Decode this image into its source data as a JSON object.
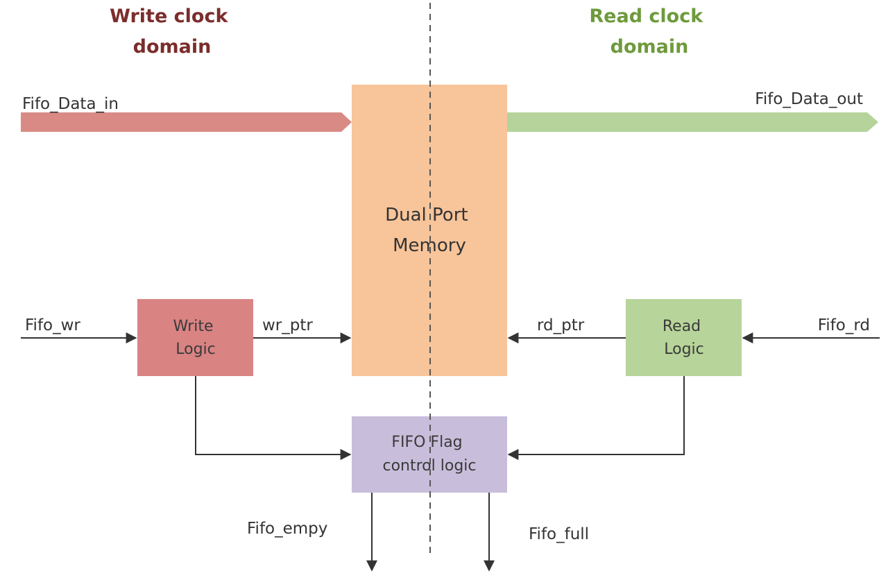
{
  "domains": {
    "write": {
      "line1": "Write clock",
      "line2": "domain",
      "color": "#7b2d2b"
    },
    "read": {
      "line1": "Read clock",
      "line2": "domain",
      "color": "#6e9a3c"
    }
  },
  "blocks": {
    "memory": {
      "line1": "Dual Port",
      "line2": "Memory",
      "color": "#f8c49a"
    },
    "write_logic": {
      "line1": "Write",
      "line2": "Logic",
      "color": "#d98383"
    },
    "read_logic": {
      "line1": "Read",
      "line2": "Logic",
      "color": "#b7d49a"
    },
    "flag_logic": {
      "line1": "FIFO Flag",
      "line2": "control logic",
      "color": "#c8bedb"
    }
  },
  "signals": {
    "data_in": "Fifo_Data_in",
    "data_out": "Fifo_Data_out",
    "wr": "Fifo_wr",
    "wr_ptr": "wr_ptr",
    "rd_ptr": "rd_ptr",
    "rd": "Fifo_rd",
    "empty": "Fifo_empy",
    "full": "Fifo_full"
  },
  "colors": {
    "data_in_arrow": "#d98a85",
    "data_out_arrow": "#b5d39a",
    "line": "#333333"
  }
}
